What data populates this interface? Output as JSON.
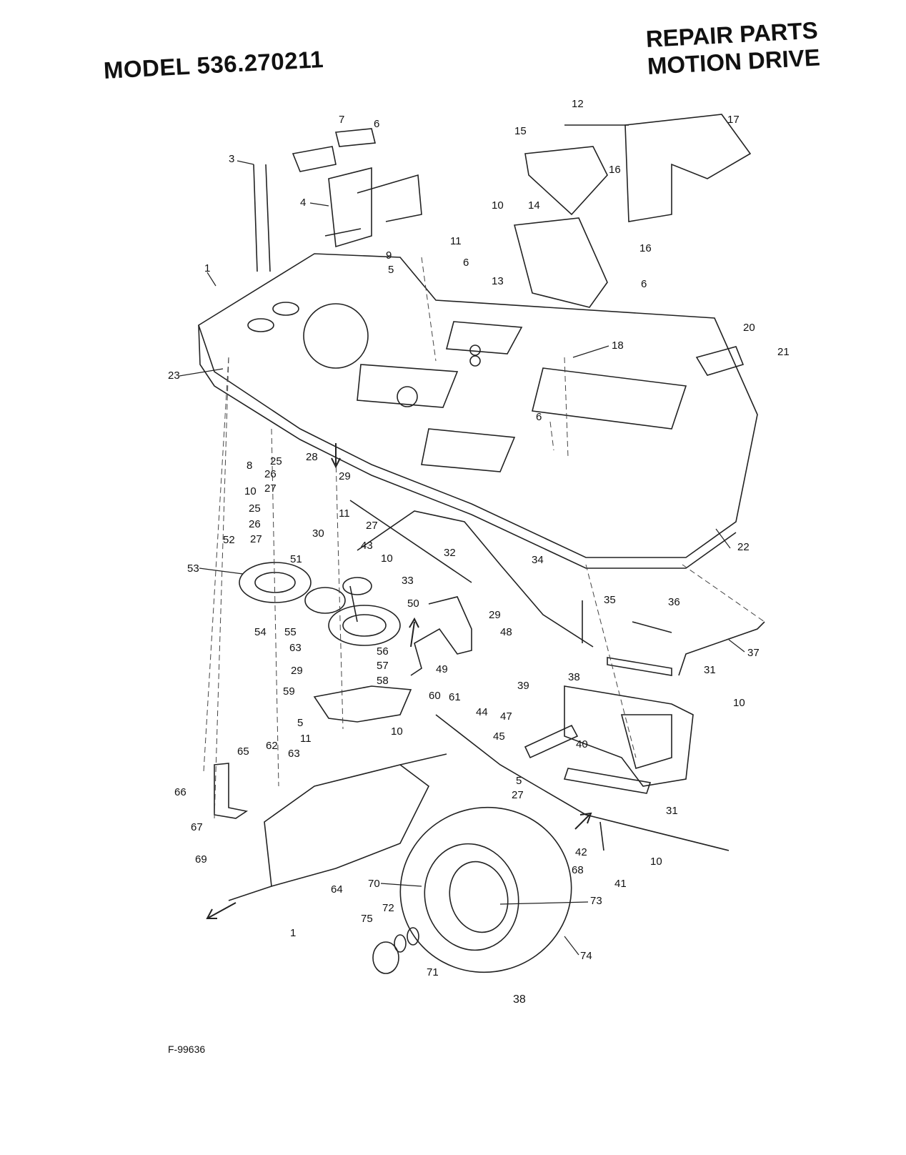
{
  "header": {
    "model": "MODEL 536.270211",
    "section_line1": "REPAIR PARTS",
    "section_line2": "MOTION DRIVE"
  },
  "footer": {
    "page_number": "38",
    "figure_code": "F-99636"
  },
  "callouts": [
    "1",
    "3",
    "4",
    "5",
    "6",
    "7",
    "8",
    "9",
    "10",
    "11",
    "12",
    "13",
    "14",
    "15",
    "16",
    "17",
    "18",
    "20",
    "21",
    "22",
    "23",
    "25",
    "26",
    "27",
    "28",
    "29",
    "30",
    "31",
    "32",
    "33",
    "34",
    "35",
    "36",
    "37",
    "38",
    "39",
    "40",
    "41",
    "42",
    "43",
    "44",
    "45",
    "47",
    "48",
    "49",
    "50",
    "51",
    "52",
    "53",
    "54",
    "55",
    "56",
    "57",
    "58",
    "59",
    "60",
    "61",
    "62",
    "63",
    "64",
    "65",
    "66",
    "67",
    "68",
    "69",
    "70",
    "71",
    "72",
    "73",
    "74",
    "75"
  ]
}
